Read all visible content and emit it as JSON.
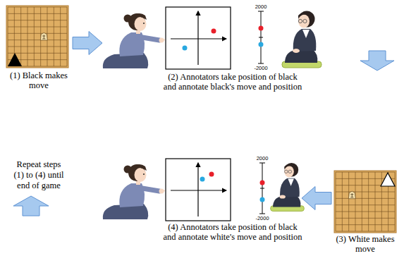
{
  "diagram": {
    "nodes": [
      {
        "text": [
          "(1) Black makes move"
        ]
      },
      {
        "text": [
          "(2) Annotators take position of black and annotate black's move and position"
        ]
      },
      {
        "text": [
          "(3) White makes move"
        ]
      },
      {
        "text": [
          "(4) Annotators take position of black and annotate white's move and position"
        ]
      }
    ],
    "edges": [
      {
        "from": 0,
        "to": 1,
        "arrow": "to"
      },
      {
        "from": 1,
        "to": 2,
        "arrow": "to"
      },
      {
        "from": 2,
        "to": 3,
        "arrow": "to"
      },
      {
        "from": 3,
        "to": 0,
        "arrow": "to"
      }
    ],
    "labels": [
      "Repeat steps (1) to (4) until end of game",
      "2000",
      "-2000",
      "2000",
      "-2000"
    ]
  }
}
